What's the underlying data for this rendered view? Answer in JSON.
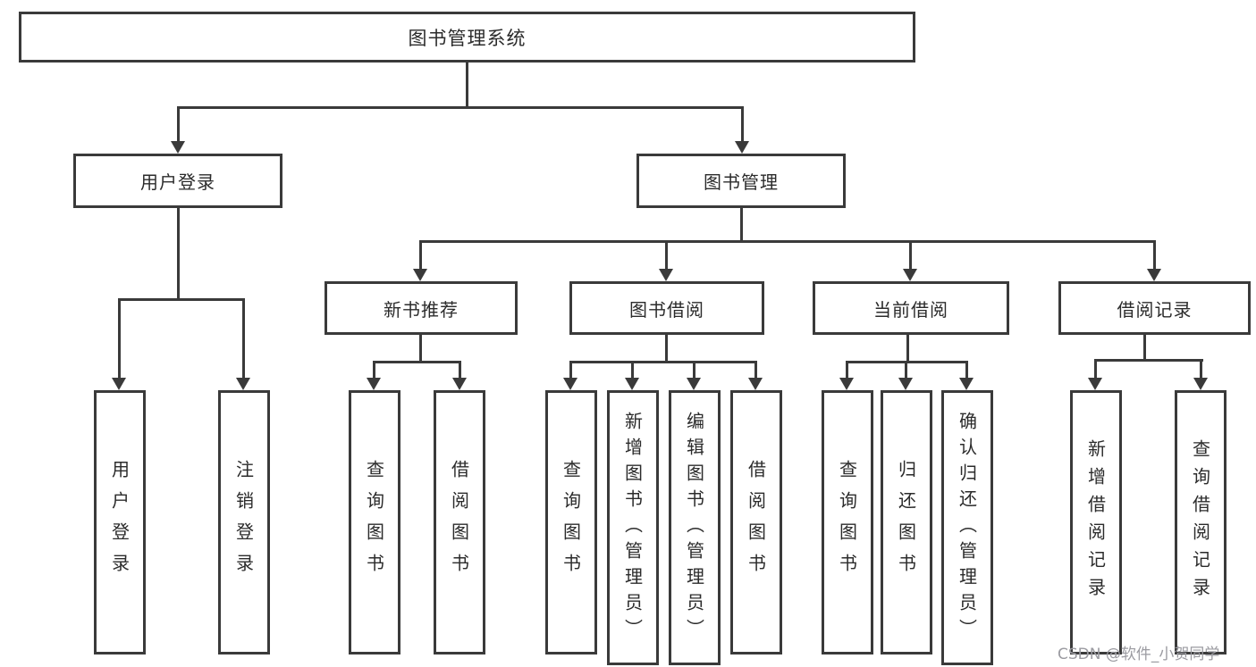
{
  "diagram": {
    "title": "图书管理系统",
    "colors": {
      "line": "#3a3a3a",
      "text": "#2b2b2b",
      "background": "#ffffff",
      "watermark": "#9b9ba1"
    },
    "nodes": {
      "root": "图书管理系统",
      "user_login": "用户登录",
      "book_mgmt": "图书管理",
      "leaf_user_login": "用户登录",
      "leaf_logout": "注销登录",
      "new_book_rec": "新书推荐",
      "book_borrow": "图书借阅",
      "current_borrow": "当前借阅",
      "borrow_record": "借阅记录",
      "nb_query_book": "查询图书",
      "nb_borrow_book": "借阅图书",
      "bb_query_book": "查询图书",
      "bb_add_book_admin": "新增图书（管理员）",
      "bb_edit_book_admin": "编辑图书（管理员）",
      "bb_borrow_book": "借阅图书",
      "cb_query_book": "查询图书",
      "cb_return_book": "归还图书",
      "cb_confirm_return_admin": "确认归还（管理员）",
      "br_add_record": "新增借阅记录",
      "br_query_record": "查询借阅记录"
    },
    "watermark": "CSDN @软件_小贺同学"
  }
}
